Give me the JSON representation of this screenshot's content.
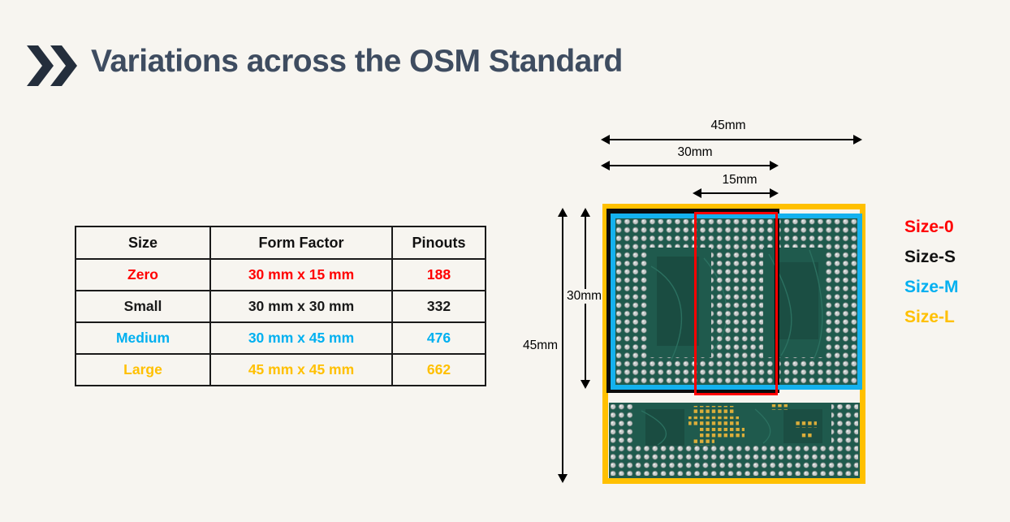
{
  "slide": {
    "background": "#F7F5F0",
    "title": "Variations across the OSM Standard",
    "title_color": "#3E4C60",
    "accent_color": "#242E3C"
  },
  "table": {
    "headers": {
      "size": "Size",
      "form_factor": "Form Factor",
      "pinouts": "Pinouts"
    },
    "rows": [
      {
        "size": "Zero",
        "form_factor": "30 mm x 15 mm",
        "pinouts": "188",
        "color": "#FF0000"
      },
      {
        "size": "Small",
        "form_factor": "30 mm x 30 mm",
        "pinouts": "332",
        "color": "#1A1A1A"
      },
      {
        "size": "Medium",
        "form_factor": "30 mm x 45 mm",
        "pinouts": "476",
        "color": "#00B0F0"
      },
      {
        "size": "Large",
        "form_factor": "45 mm x 45 mm",
        "pinouts": "662",
        "color": "#FFC000"
      }
    ]
  },
  "diagram": {
    "width_labels": [
      {
        "label": "45mm"
      },
      {
        "label": "30mm"
      },
      {
        "label": "15mm"
      }
    ],
    "height_labels": [
      {
        "label": "30mm"
      },
      {
        "label": "45mm"
      }
    ],
    "outline_colors": {
      "size_0": "#FF0000",
      "size_s": "#0B0B0B",
      "size_m": "#00B0F0",
      "size_l": "#FFC000"
    },
    "pcb": {
      "board_color": "#1F5A4D",
      "ball_color": "#C7CCCB",
      "gold_pad_color": "#DCAE3A"
    }
  },
  "legend": {
    "items": [
      {
        "label": "Size-0",
        "color": "#FF0000"
      },
      {
        "label": "Size-S",
        "color": "#111111"
      },
      {
        "label": "Size-M",
        "color": "#00B0F0"
      },
      {
        "label": "Size-L",
        "color": "#FFC000"
      }
    ]
  }
}
